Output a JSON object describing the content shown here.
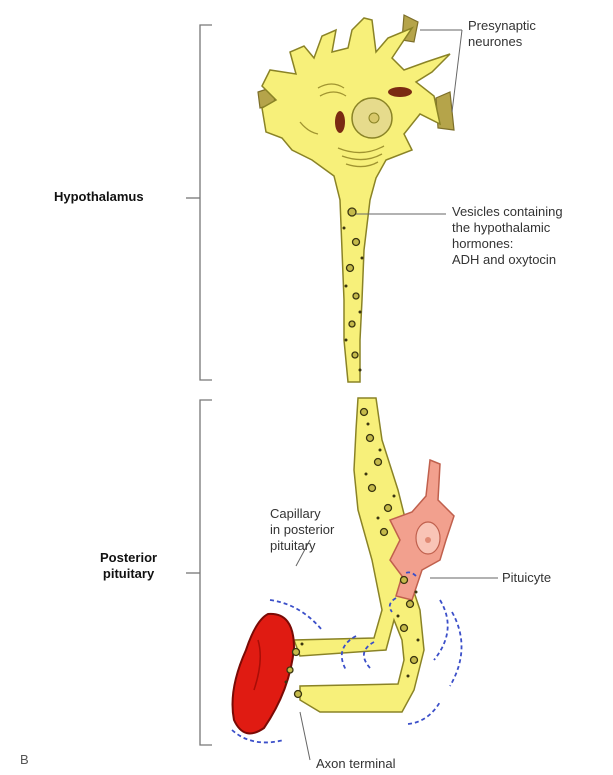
{
  "labels": {
    "presynaptic": [
      "Presynaptic",
      "neurones"
    ],
    "hypothalamus": "Hypothalamus",
    "vesicles": [
      "Vesicles containing",
      "the hypothalamic",
      "hormones:",
      "ADH and oxytocin"
    ],
    "capillary": [
      "Capillary",
      "in posterior",
      "pituitary"
    ],
    "posterior_pituitary": [
      "Posterior",
      "pituitary"
    ],
    "pituicyte": "Pituicyte",
    "axon_terminal": "Axon terminal",
    "panel_letter": "B"
  },
  "colors": {
    "neuron_fill": "#f7f07a",
    "neuron_stroke": "#8a8326",
    "nucleus_fill": "#e6db8c",
    "mitochondria": "#7a2a12",
    "pituicyte_fill": "#f2a08e",
    "pituicyte_stroke": "#c0604d",
    "capillary_fill": "#e01b12",
    "capillary_stroke": "#7a0a05",
    "dash_blue": "#3b4fc9",
    "leader_line": "#666666"
  }
}
